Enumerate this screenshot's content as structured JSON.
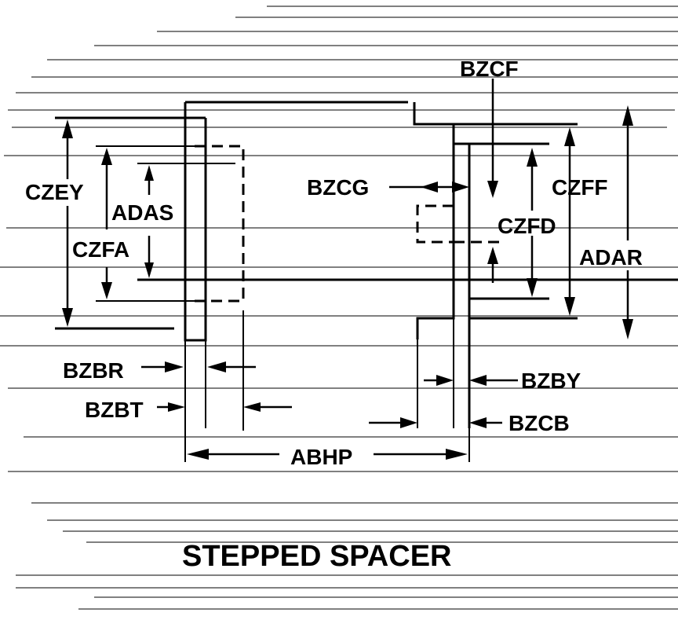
{
  "title": "STEPPED SPACER",
  "labels": {
    "czey": "CZEY",
    "adas": "ADAS",
    "czfa": "CZFA",
    "bzcf": "BZCF",
    "bzcg": "BZCG",
    "czff": "CZFF",
    "czfd": "CZFD",
    "adar": "ADAR",
    "bzbr": "BZBR",
    "bzbt": "BZBT",
    "bzby": "BZBY",
    "bzcb": "BZCB",
    "abhp": "ABHP"
  }
}
